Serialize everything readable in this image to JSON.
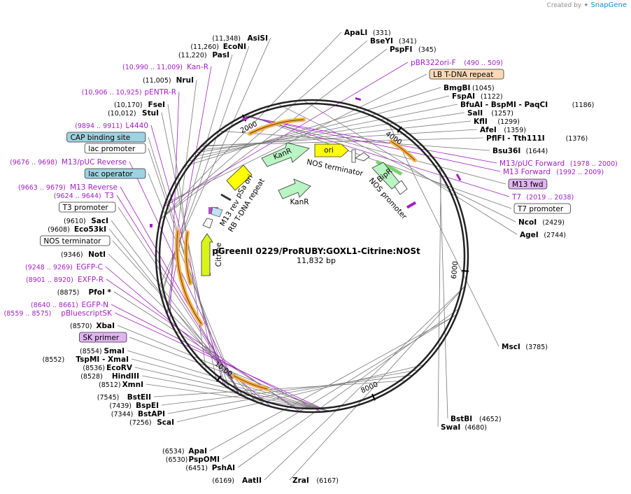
{
  "credit": {
    "prefix": "Created by",
    "brand": "SnapGene"
  },
  "plasmid": {
    "name": "pGreenII 0229/ProRUBY:GOXL1-Citrine:NOSt",
    "size": "11,832 bp",
    "length": 11832
  },
  "ticks": [
    {
      "label": "2000",
      "pos": 2000
    },
    {
      "label": "4000",
      "pos": 4000
    },
    {
      "label": "6000",
      "pos": 6000
    },
    {
      "label": "8000",
      "pos": 8000
    },
    {
      "label": "10,000",
      "pos": 10000
    }
  ],
  "labels": [
    {
      "id": "asisi",
      "name": "AsiSI",
      "pos_text": "(11,348)",
      "cut": 11348,
      "kind": "enzyme",
      "side": "left"
    },
    {
      "id": "econi",
      "name": "EcoNI",
      "pos_text": "(11,260)",
      "cut": 11260,
      "kind": "enzyme",
      "side": "left"
    },
    {
      "id": "pasi",
      "name": "PasI",
      "pos_text": "(11,220)",
      "cut": 11220,
      "kind": "enzyme",
      "side": "left"
    },
    {
      "id": "kanr-label",
      "name": "Kan-R",
      "pos_text": "(10,990 .. 11,009)",
      "cut": 11000,
      "kind": "feature",
      "side": "left"
    },
    {
      "id": "nrui",
      "name": "NruI",
      "pos_text": "(11,005)",
      "cut": 11005,
      "kind": "enzyme",
      "side": "left"
    },
    {
      "id": "pentr-r",
      "name": "pENTR-R",
      "pos_text": "(10,906 .. 10,925)",
      "cut": 10915,
      "kind": "feature",
      "side": "left"
    },
    {
      "id": "fsei",
      "name": "FseI",
      "pos_text": "(10,170)",
      "cut": 10170,
      "kind": "enzyme",
      "side": "left"
    },
    {
      "id": "stui",
      "name": "StuI",
      "pos_text": "(10,012)",
      "cut": 10012,
      "kind": "enzyme",
      "side": "left"
    },
    {
      "id": "l4440",
      "name": "L4440",
      "pos_text": "(9894 .. 9911)",
      "cut": 9900,
      "kind": "feature",
      "side": "left"
    },
    {
      "id": "cap",
      "name": "CAP binding site",
      "pos_text": "",
      "cut": 9870,
      "kind": "box",
      "fill": "#9fd2e0",
      "side": "left"
    },
    {
      "id": "lacp",
      "name": "lac promoter",
      "pos_text": "",
      "cut": 9820,
      "kind": "box",
      "fill": "#ffffff",
      "side": "left"
    },
    {
      "id": "m13pucrev",
      "name": "M13/pUC Reverse",
      "pos_text": "(9676 .. 9698)",
      "cut": 9687,
      "kind": "feature",
      "side": "left"
    },
    {
      "id": "laco",
      "name": "lac operator",
      "pos_text": "",
      "cut": 9700,
      "kind": "box",
      "fill": "#9fd2e0",
      "side": "left"
    },
    {
      "id": "m13rev",
      "name": "M13 Reverse",
      "pos_text": "(9663 .. 9679)",
      "cut": 9671,
      "kind": "feature",
      "side": "left"
    },
    {
      "id": "t3",
      "name": "T3",
      "pos_text": "(9624 .. 9644)",
      "cut": 9634,
      "kind": "feature",
      "side": "left"
    },
    {
      "id": "t3p",
      "name": "T3 promoter",
      "pos_text": "",
      "cut": 9630,
      "kind": "box",
      "fill": "#ffffff",
      "side": "left"
    },
    {
      "id": "saci",
      "name": "SacI",
      "pos_text": "(9610)",
      "cut": 9610,
      "kind": "enzyme",
      "side": "left"
    },
    {
      "id": "eco53ki",
      "name": "Eco53kI",
      "pos_text": "(9608)",
      "cut": 9608,
      "kind": "enzyme",
      "side": "left"
    },
    {
      "id": "nost",
      "name": "NOS terminator",
      "pos_text": "",
      "cut": 9450,
      "kind": "box",
      "fill": "#ffffff",
      "side": "left"
    },
    {
      "id": "noti",
      "name": "NotI",
      "pos_text": "(9346)",
      "cut": 9346,
      "kind": "enzyme",
      "side": "left"
    },
    {
      "id": "egfpc",
      "name": "EGFP-C",
      "pos_text": "(9248 .. 9269)",
      "cut": 9258,
      "kind": "feature",
      "side": "left"
    },
    {
      "id": "exfpr",
      "name": "EXFP-R",
      "pos_text": "(8901 .. 8920)",
      "cut": 8910,
      "kind": "feature",
      "side": "left"
    },
    {
      "id": "pfoi",
      "name": "PfoI *",
      "pos_text": "(8875)",
      "cut": 8875,
      "kind": "enzyme",
      "side": "left"
    },
    {
      "id": "egfpn",
      "name": "EGFP-N",
      "pos_text": "(8640 .. 8661)",
      "cut": 8650,
      "kind": "feature",
      "side": "left"
    },
    {
      "id": "pbsk",
      "name": "pBluescriptSK",
      "pos_text": "(8559 .. 8575)",
      "cut": 8567,
      "kind": "feature",
      "side": "left"
    },
    {
      "id": "xbai",
      "name": "XbaI",
      "pos_text": "(8570)",
      "cut": 8570,
      "kind": "enzyme",
      "side": "left"
    },
    {
      "id": "skprimer",
      "name": "SK primer",
      "pos_text": "",
      "cut": 8565,
      "kind": "box",
      "fill": "#e0b4f0",
      "side": "left"
    },
    {
      "id": "smai",
      "name": "SmaI",
      "pos_text": "(8554)",
      "cut": 8554,
      "kind": "enzyme",
      "side": "left"
    },
    {
      "id": "tspmi",
      "name": "TspMI  - XmaI",
      "pos_text": "(8552)",
      "cut": 8552,
      "kind": "enzyme",
      "side": "left"
    },
    {
      "id": "ecorv",
      "name": "EcoRV",
      "pos_text": "(8536)",
      "cut": 8536,
      "kind": "enzyme",
      "side": "left"
    },
    {
      "id": "hindiii",
      "name": "HindIII",
      "pos_text": "(8528)",
      "cut": 8528,
      "kind": "enzyme",
      "side": "left"
    },
    {
      "id": "xmni",
      "name": "XmnI",
      "pos_text": "(8512)",
      "cut": 8512,
      "kind": "enzyme",
      "side": "left"
    },
    {
      "id": "bsteii",
      "name": "BstEII",
      "pos_text": "(7545)",
      "cut": 7545,
      "kind": "enzyme",
      "side": "left"
    },
    {
      "id": "bspei",
      "name": "BspEI",
      "pos_text": "(7439)",
      "cut": 7439,
      "kind": "enzyme",
      "side": "left"
    },
    {
      "id": "bstapi",
      "name": "BstAPI",
      "pos_text": "(7344)",
      "cut": 7344,
      "kind": "enzyme",
      "side": "left"
    },
    {
      "id": "scai",
      "name": "ScaI",
      "pos_text": "(7256)",
      "cut": 7256,
      "kind": "enzyme",
      "side": "left"
    },
    {
      "id": "apai",
      "name": "ApaI",
      "pos_text": "(6534)",
      "cut": 6534,
      "kind": "enzyme",
      "side": "left"
    },
    {
      "id": "pspomi",
      "name": "PspOMI",
      "pos_text": "(6530)",
      "cut": 6530,
      "kind": "enzyme",
      "side": "left"
    },
    {
      "id": "pshai",
      "name": "PshAI",
      "pos_text": "(6451)",
      "cut": 6451,
      "kind": "enzyme",
      "side": "left"
    },
    {
      "id": "aatii",
      "name": "AatII",
      "pos_text": "(6169)",
      "cut": 6169,
      "kind": "enzyme",
      "side": "left"
    },
    {
      "id": "zrai",
      "name": "ZraI",
      "pos_text": "(6167)",
      "cut": 6167,
      "kind": "enzyme",
      "side": "right"
    },
    {
      "id": "apali",
      "name": "ApaLI",
      "pos_text": "(331)",
      "cut": 331,
      "kind": "enzyme",
      "side": "right"
    },
    {
      "id": "bseyi",
      "name": "BseYI",
      "pos_text": "(341)",
      "cut": 341,
      "kind": "enzyme",
      "side": "right"
    },
    {
      "id": "pspfi",
      "name": "PspFI",
      "pos_text": "(345)",
      "cut": 345,
      "kind": "enzyme",
      "side": "right"
    },
    {
      "id": "pbr322",
      "name": "pBR322ori-F",
      "pos_text": "(490 .. 509)",
      "cut": 500,
      "kind": "feature",
      "side": "right"
    },
    {
      "id": "lbtdna",
      "name": "LB T-DNA repeat",
      "pos_text": "",
      "cut": 540,
      "kind": "box",
      "fill": "#fbd9b5",
      "side": "right"
    },
    {
      "id": "bmgbi",
      "name": "BmgBI",
      "pos_text": "(1045)",
      "cut": 1045,
      "kind": "enzyme",
      "side": "right"
    },
    {
      "id": "fspai",
      "name": "FspAI",
      "pos_text": "(1122)",
      "cut": 1122,
      "kind": "enzyme",
      "side": "right"
    },
    {
      "id": "bfuai",
      "name": "BfuAI  - BspMI  - PaqCI",
      "pos_text": "(1186)",
      "cut": 1186,
      "kind": "enzyme",
      "side": "right"
    },
    {
      "id": "sali",
      "name": "SalI",
      "pos_text": "(1257)",
      "cut": 1257,
      "kind": "enzyme",
      "side": "right"
    },
    {
      "id": "kfli",
      "name": "KflI",
      "pos_text": "(1299)",
      "cut": 1299,
      "kind": "enzyme",
      "side": "right"
    },
    {
      "id": "afei",
      "name": "AfeI",
      "pos_text": "(1359)",
      "cut": 1359,
      "kind": "enzyme",
      "side": "right"
    },
    {
      "id": "pflfi",
      "name": "PflFI  - Tth111I",
      "pos_text": "(1376)",
      "cut": 1376,
      "kind": "enzyme",
      "side": "right"
    },
    {
      "id": "bsu36i",
      "name": "Bsu36I",
      "pos_text": "(1644)",
      "cut": 1644,
      "kind": "enzyme",
      "side": "right"
    },
    {
      "id": "m13pucfwd",
      "name": "M13/pUC Forward",
      "pos_text": "(1978 .. 2000)",
      "cut": 1989,
      "kind": "feature",
      "side": "right"
    },
    {
      "id": "m13fwd",
      "name": "M13 Forward",
      "pos_text": "(1992 .. 2009)",
      "cut": 2000,
      "kind": "feature",
      "side": "right"
    },
    {
      "id": "m13fwdbox",
      "name": "M13 fwd",
      "pos_text": "",
      "cut": 2000,
      "kind": "box",
      "fill": "#e0b4f0",
      "side": "right"
    },
    {
      "id": "t7",
      "name": "T7",
      "pos_text": "(2019 .. 2038)",
      "cut": 2028,
      "kind": "feature",
      "side": "right"
    },
    {
      "id": "t7p",
      "name": "T7 promoter",
      "pos_text": "",
      "cut": 2030,
      "kind": "box",
      "fill": "#ffffff",
      "side": "right"
    },
    {
      "id": "ncoi",
      "name": "NcoI",
      "pos_text": "(2429)",
      "cut": 2429,
      "kind": "enzyme",
      "side": "right"
    },
    {
      "id": "agei",
      "name": "AgeI",
      "pos_text": "(2744)",
      "cut": 2744,
      "kind": "enzyme",
      "side": "right"
    },
    {
      "id": "msci",
      "name": "MscI",
      "pos_text": "(3785)",
      "cut": 3785,
      "kind": "enzyme",
      "side": "right"
    },
    {
      "id": "bstbi",
      "name": "BstBI",
      "pos_text": "(4652)",
      "cut": 4652,
      "kind": "enzyme",
      "side": "right"
    },
    {
      "id": "swai",
      "name": "SwaI",
      "pos_text": "(4680)",
      "cut": 4680,
      "kind": "enzyme",
      "side": "right"
    }
  ],
  "inner_features": [
    {
      "id": "ori",
      "label": "ori",
      "color": "#ffff00"
    },
    {
      "id": "kanr-top",
      "label": "KanR",
      "color": "#b9f5c4"
    },
    {
      "id": "kanr-mid",
      "label": "KanR",
      "color": "#b9f5c4"
    },
    {
      "id": "nos-term-inner",
      "label": "NOS terminator",
      "color": "#ffffff"
    },
    {
      "id": "bipr",
      "label": "BipR",
      "color": "#b9f5c4"
    },
    {
      "id": "nos-prom-inner",
      "label": "NOS promoter",
      "color": "#ffffff"
    },
    {
      "id": "psa-ori",
      "label": "pSa ori",
      "color": "#ffff00"
    },
    {
      "id": "rb-tdna",
      "label": "RB T-DNA repeat",
      "color": "#fbd9b5"
    },
    {
      "id": "m13rev-inner",
      "label": "M13 rev",
      "color": "#e0b4f0"
    },
    {
      "id": "citrine",
      "label": "Citrine",
      "color": "#d8f51a"
    }
  ]
}
